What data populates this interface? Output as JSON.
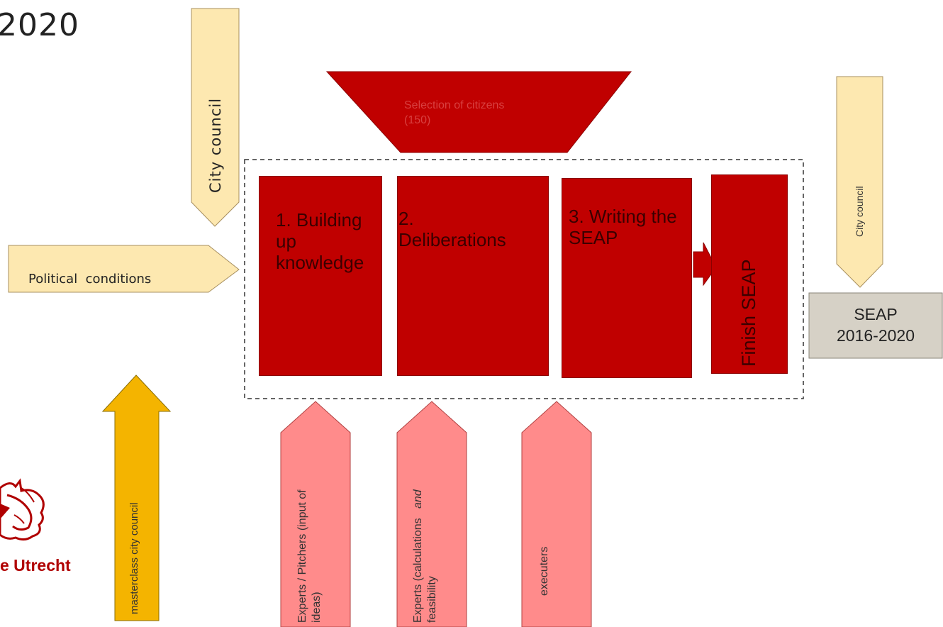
{
  "slide": {
    "title_fragment": "2020"
  },
  "funnel": {
    "label_line1": "Selection of citizens",
    "label_line2": "(150)"
  },
  "phases": [
    {
      "label": "1. Building up knowledge"
    },
    {
      "label": "2. Deliberations"
    },
    {
      "label": "3. Writing the SEAP"
    },
    {
      "label": "Finish SEAP"
    }
  ],
  "inputs": {
    "city_council_left": "City  council",
    "political_conditions": "Political  conditions",
    "masterclass": "masterclass city council",
    "experts_pitchers_line1": "Experts / Pitchers (input of",
    "experts_pitchers_line2": "ideas)",
    "experts_calc_line1": "Experts (calculations",
    "experts_calc_and": "and",
    "experts_calc_line2": "feasibility",
    "executers": "executers",
    "city_council_right": "City council"
  },
  "output": {
    "line1": "SEAP",
    "line2": "2016-2020"
  },
  "logo": {
    "text": "e Utrecht"
  },
  "colors": {
    "dark_red": "#c00000",
    "light_yellow": "#fde8b0",
    "gold": "#f4b400",
    "pink": "#ff8b8b",
    "grey": "#d6d1c6"
  }
}
